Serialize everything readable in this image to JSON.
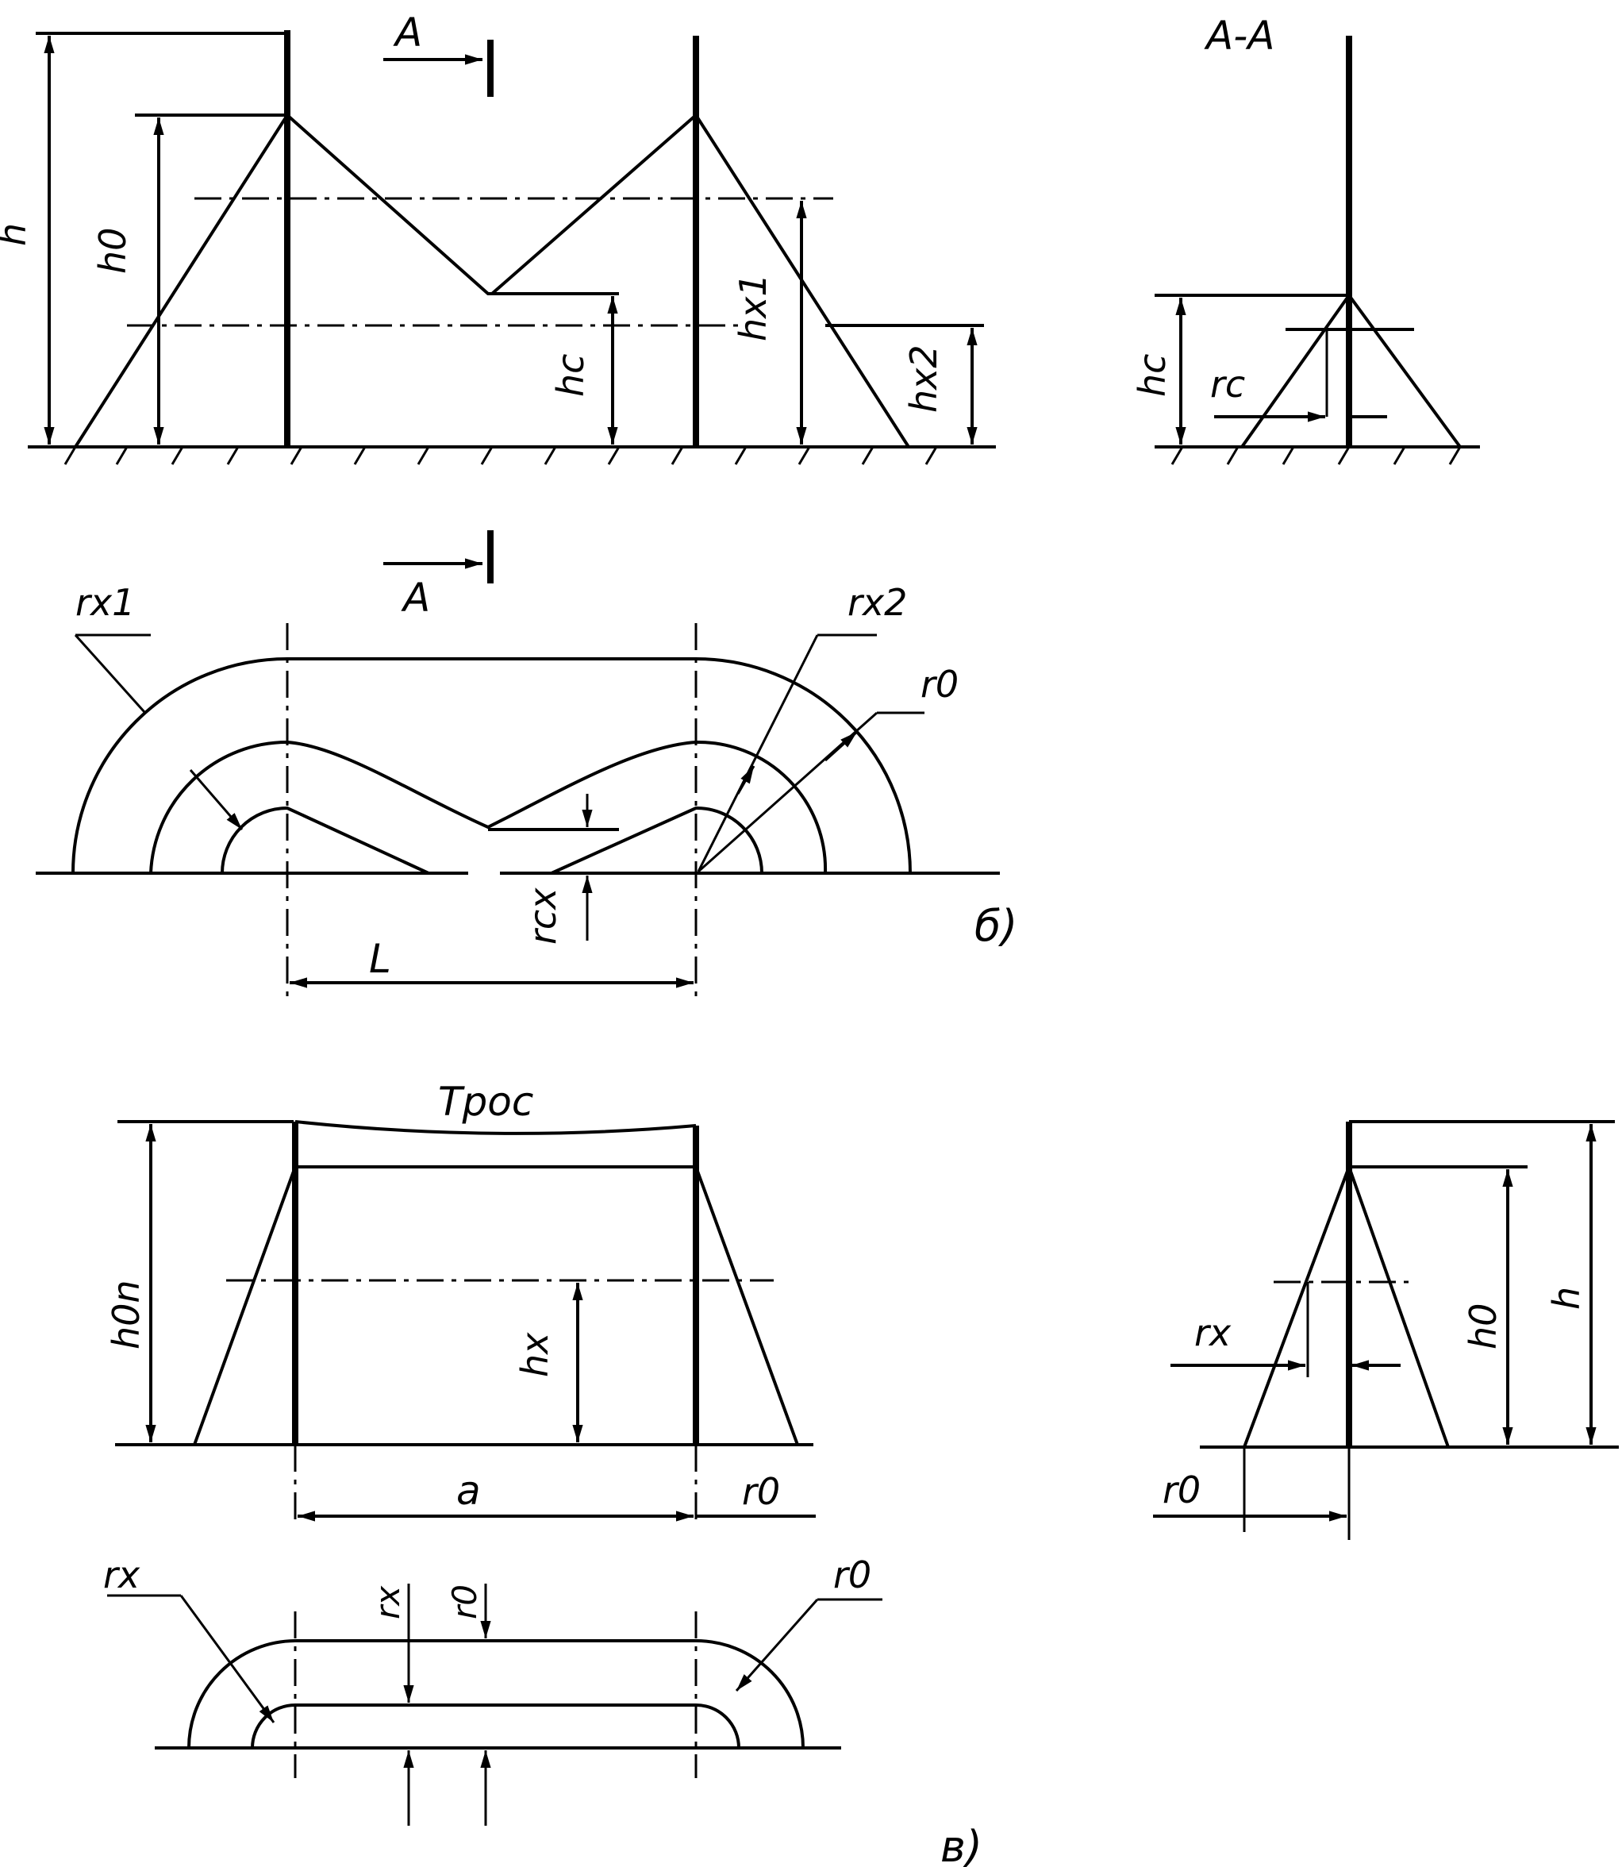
{
  "labels": {
    "h": "h",
    "h0": "h0",
    "hc": "hc",
    "hx1": "hx1",
    "hx2": "hx2",
    "section_arrow": "A",
    "section_title": "A-A",
    "rc": "rc",
    "rx1": "rx1",
    "rx2": "rx2",
    "r0": "r0",
    "rcx": "rcx",
    "L": "L",
    "fig_b": "б)",
    "cable": "Трос",
    "h0n": "h0n",
    "hx": "hx",
    "a": "a",
    "rx": "rx",
    "fig_v": "в)"
  },
  "colors": {
    "ink": "#000000",
    "paper": "#ffffff"
  }
}
